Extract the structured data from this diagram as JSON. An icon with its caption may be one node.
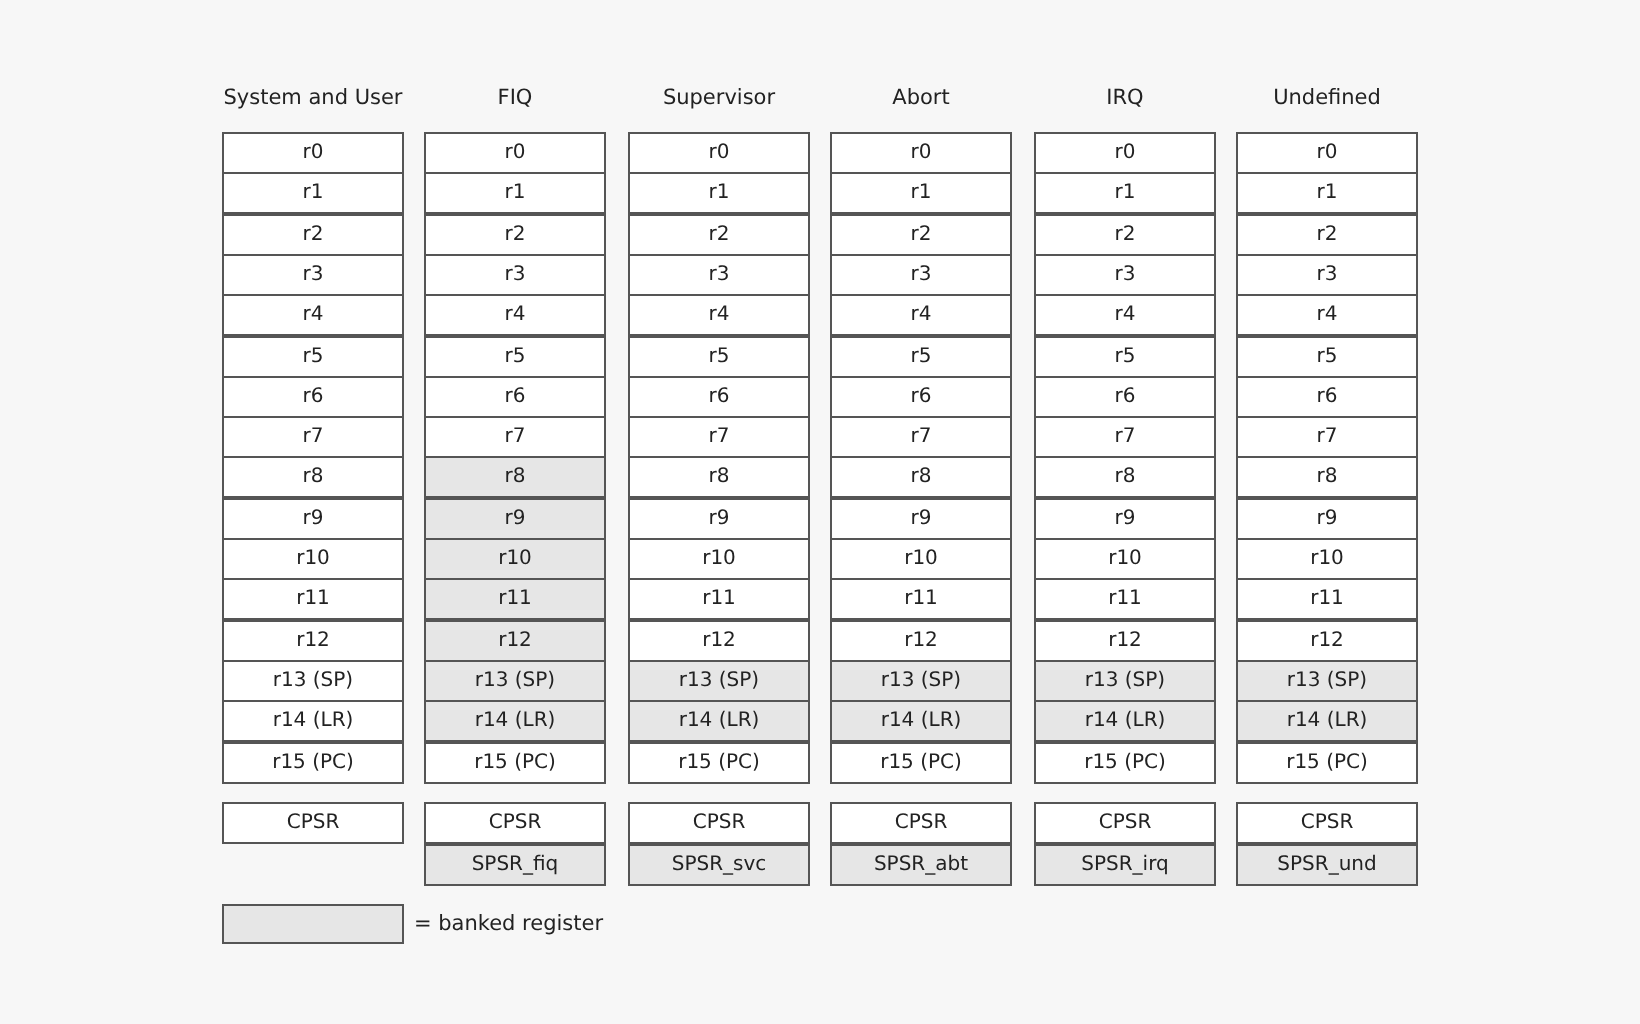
{
  "diagram": {
    "nodes": [
      {
        "text": [
          "r0"
        ]
      },
      {
        "text": [
          "r1"
        ]
      },
      {
        "text": [
          "r2"
        ]
      },
      {
        "text": [
          "r3"
        ]
      },
      {
        "text": [
          "r4"
        ]
      },
      {
        "text": [
          "r5"
        ]
      },
      {
        "text": [
          "r6"
        ]
      },
      {
        "text": [
          "r7"
        ]
      },
      {
        "text": [
          "r8"
        ]
      },
      {
        "text": [
          "r9"
        ]
      },
      {
        "text": [
          "r10"
        ]
      },
      {
        "text": [
          "r11"
        ]
      },
      {
        "text": [
          "r12"
        ]
      },
      {
        "text": [
          "r13 (SP)"
        ]
      },
      {
        "text": [
          "r14 (LR)"
        ]
      },
      {
        "text": [
          "r15 (PC)"
        ]
      },
      {
        "text": [
          "CPSR"
        ]
      },
      {
        "text": [
          "r0"
        ]
      },
      {
        "text": [
          "r1"
        ]
      },
      {
        "text": [
          "r2"
        ]
      },
      {
        "text": [
          "r3"
        ]
      },
      {
        "text": [
          "r4"
        ]
      },
      {
        "text": [
          "r5"
        ]
      },
      {
        "text": [
          "r6"
        ]
      },
      {
        "text": [
          "r7"
        ]
      },
      {
        "text": [
          "r8"
        ]
      },
      {
        "text": [
          "r9"
        ]
      },
      {
        "text": [
          "r10"
        ]
      },
      {
        "text": [
          "r11"
        ]
      },
      {
        "text": [
          "r12"
        ]
      },
      {
        "text": [
          "r13 (SP)"
        ]
      },
      {
        "text": [
          "r14 (LR)"
        ]
      },
      {
        "text": [
          "r15 (PC)"
        ]
      },
      {
        "text": [
          "CPSR"
        ]
      },
      {
        "text": [
          "SPSR_fiq"
        ]
      },
      {
        "text": [
          "r0"
        ]
      },
      {
        "text": [
          "r1"
        ]
      },
      {
        "text": [
          "r2"
        ]
      },
      {
        "text": [
          "r3"
        ]
      },
      {
        "text": [
          "r4"
        ]
      },
      {
        "text": [
          "r5"
        ]
      },
      {
        "text": [
          "r6"
        ]
      },
      {
        "text": [
          "r7"
        ]
      },
      {
        "text": [
          "r8"
        ]
      },
      {
        "text": [
          "r9"
        ]
      },
      {
        "text": [
          "r10"
        ]
      },
      {
        "text": [
          "r11"
        ]
      },
      {
        "text": [
          "r12"
        ]
      },
      {
        "text": [
          "r13 (SP)"
        ]
      },
      {
        "text": [
          "r14 (LR)"
        ]
      },
      {
        "text": [
          "r15 (PC)"
        ]
      },
      {
        "text": [
          "CPSR"
        ]
      },
      {
        "text": [
          "SPSR_svc"
        ]
      },
      {
        "text": [
          "r0"
        ]
      },
      {
        "text": [
          "r1"
        ]
      },
      {
        "text": [
          "r2"
        ]
      },
      {
        "text": [
          "r3"
        ]
      },
      {
        "text": [
          "r4"
        ]
      },
      {
        "text": [
          "r5"
        ]
      },
      {
        "text": [
          "r6"
        ]
      },
      {
        "text": [
          "r7"
        ]
      },
      {
        "text": [
          "r8"
        ]
      },
      {
        "text": [
          "r9"
        ]
      },
      {
        "text": [
          "r10"
        ]
      },
      {
        "text": [
          "r11"
        ]
      },
      {
        "text": [
          "r12"
        ]
      },
      {
        "text": [
          "r13 (SP)"
        ]
      },
      {
        "text": [
          "r14 (LR)"
        ]
      },
      {
        "text": [
          "r15 (PC)"
        ]
      },
      {
        "text": [
          "CPSR"
        ]
      },
      {
        "text": [
          "SPSR_abt"
        ]
      },
      {
        "text": [
          "r0"
        ]
      },
      {
        "text": [
          "r1"
        ]
      },
      {
        "text": [
          "r2"
        ]
      },
      {
        "text": [
          "r3"
        ]
      },
      {
        "text": [
          "r4"
        ]
      },
      {
        "text": [
          "r5"
        ]
      },
      {
        "text": [
          "r6"
        ]
      },
      {
        "text": [
          "r7"
        ]
      },
      {
        "text": [
          "r8"
        ]
      },
      {
        "text": [
          "r9"
        ]
      },
      {
        "text": [
          "r10"
        ]
      },
      {
        "text": [
          "r11"
        ]
      },
      {
        "text": [
          "r12"
        ]
      },
      {
        "text": [
          "r13 (SP)"
        ]
      },
      {
        "text": [
          "r14 (LR)"
        ]
      },
      {
        "text": [
          "r15 (PC)"
        ]
      },
      {
        "text": [
          "CPSR"
        ]
      },
      {
        "text": [
          "SPSR_irq"
        ]
      },
      {
        "text": [
          "r0"
        ]
      },
      {
        "text": [
          "r1"
        ]
      },
      {
        "text": [
          "r2"
        ]
      },
      {
        "text": [
          "r3"
        ]
      },
      {
        "text": [
          "r4"
        ]
      },
      {
        "text": [
          "r5"
        ]
      },
      {
        "text": [
          "r6"
        ]
      },
      {
        "text": [
          "r7"
        ]
      },
      {
        "text": [
          "r8"
        ]
      },
      {
        "text": [
          "r9"
        ]
      },
      {
        "text": [
          "r10"
        ]
      },
      {
        "text": [
          "r11"
        ]
      },
      {
        "text": [
          "r12"
        ]
      },
      {
        "text": [
          "r13 (SP)"
        ]
      },
      {
        "text": [
          "r14 (LR)"
        ]
      },
      {
        "text": [
          "r15 (PC)"
        ]
      },
      {
        "text": [
          "CPSR"
        ]
      },
      {
        "text": [
          "SPSR_und"
        ]
      }
    ],
    "labels": [
      "System and User",
      "FIQ",
      "Supervisor",
      "Abort",
      "IRQ",
      "Undefined"
    ],
    "legend": [
      {
        "text": "= banked register",
        "color": "#e6e6e6"
      }
    ]
  }
}
